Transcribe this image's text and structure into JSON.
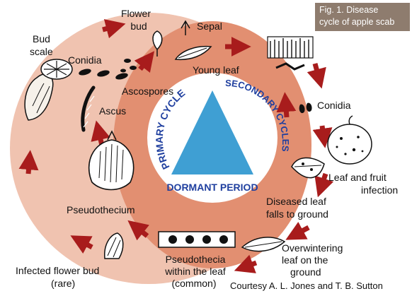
{
  "caption": {
    "line1": "Fig. 1. Disease",
    "line2": "cycle of apple scab"
  },
  "credit": "Courtesy A. L. Jones and T. B. Sutton",
  "center": {
    "primary": "PRIMARY CYCLE",
    "secondary": "SECONDARY CYCLES",
    "dormant": "DORMANT PERIOD"
  },
  "labels": {
    "flower_bud_1": "Flower",
    "flower_bud_2": "bud",
    "sepal": "Sepal",
    "bud_scale_1": "Bud",
    "bud_scale_2": "scale",
    "conidia_left": "Conidia",
    "young_leaf": "Young leaf",
    "ascospores": "Ascospores",
    "ascus": "Ascus",
    "conidia_right": "Conidia",
    "leaf_fruit_1": "Leaf and fruit",
    "leaf_fruit_2": "infection",
    "pseudothecium": "Pseudothecium",
    "diseased_1": "Diseased leaf",
    "diseased_2": "falls to ground",
    "overwinter_1": "Overwintering",
    "overwinter_2": "leaf on the",
    "overwinter_3": "ground",
    "pseudo_leaf_1": "Pseudothecia",
    "pseudo_leaf_2": "within the leaf",
    "pseudo_leaf_3": "(common)",
    "infected_1": "Infected flower bud",
    "infected_2": "(rare)"
  },
  "colors": {
    "outer_ring": "#f0c3b0",
    "inner_ring": "#e08a6c",
    "triangle": "#3f9fd3",
    "cycle_text": "#1f3f9f",
    "arrow": "#a81c1c",
    "caption_bg": "#8e7c6e"
  }
}
